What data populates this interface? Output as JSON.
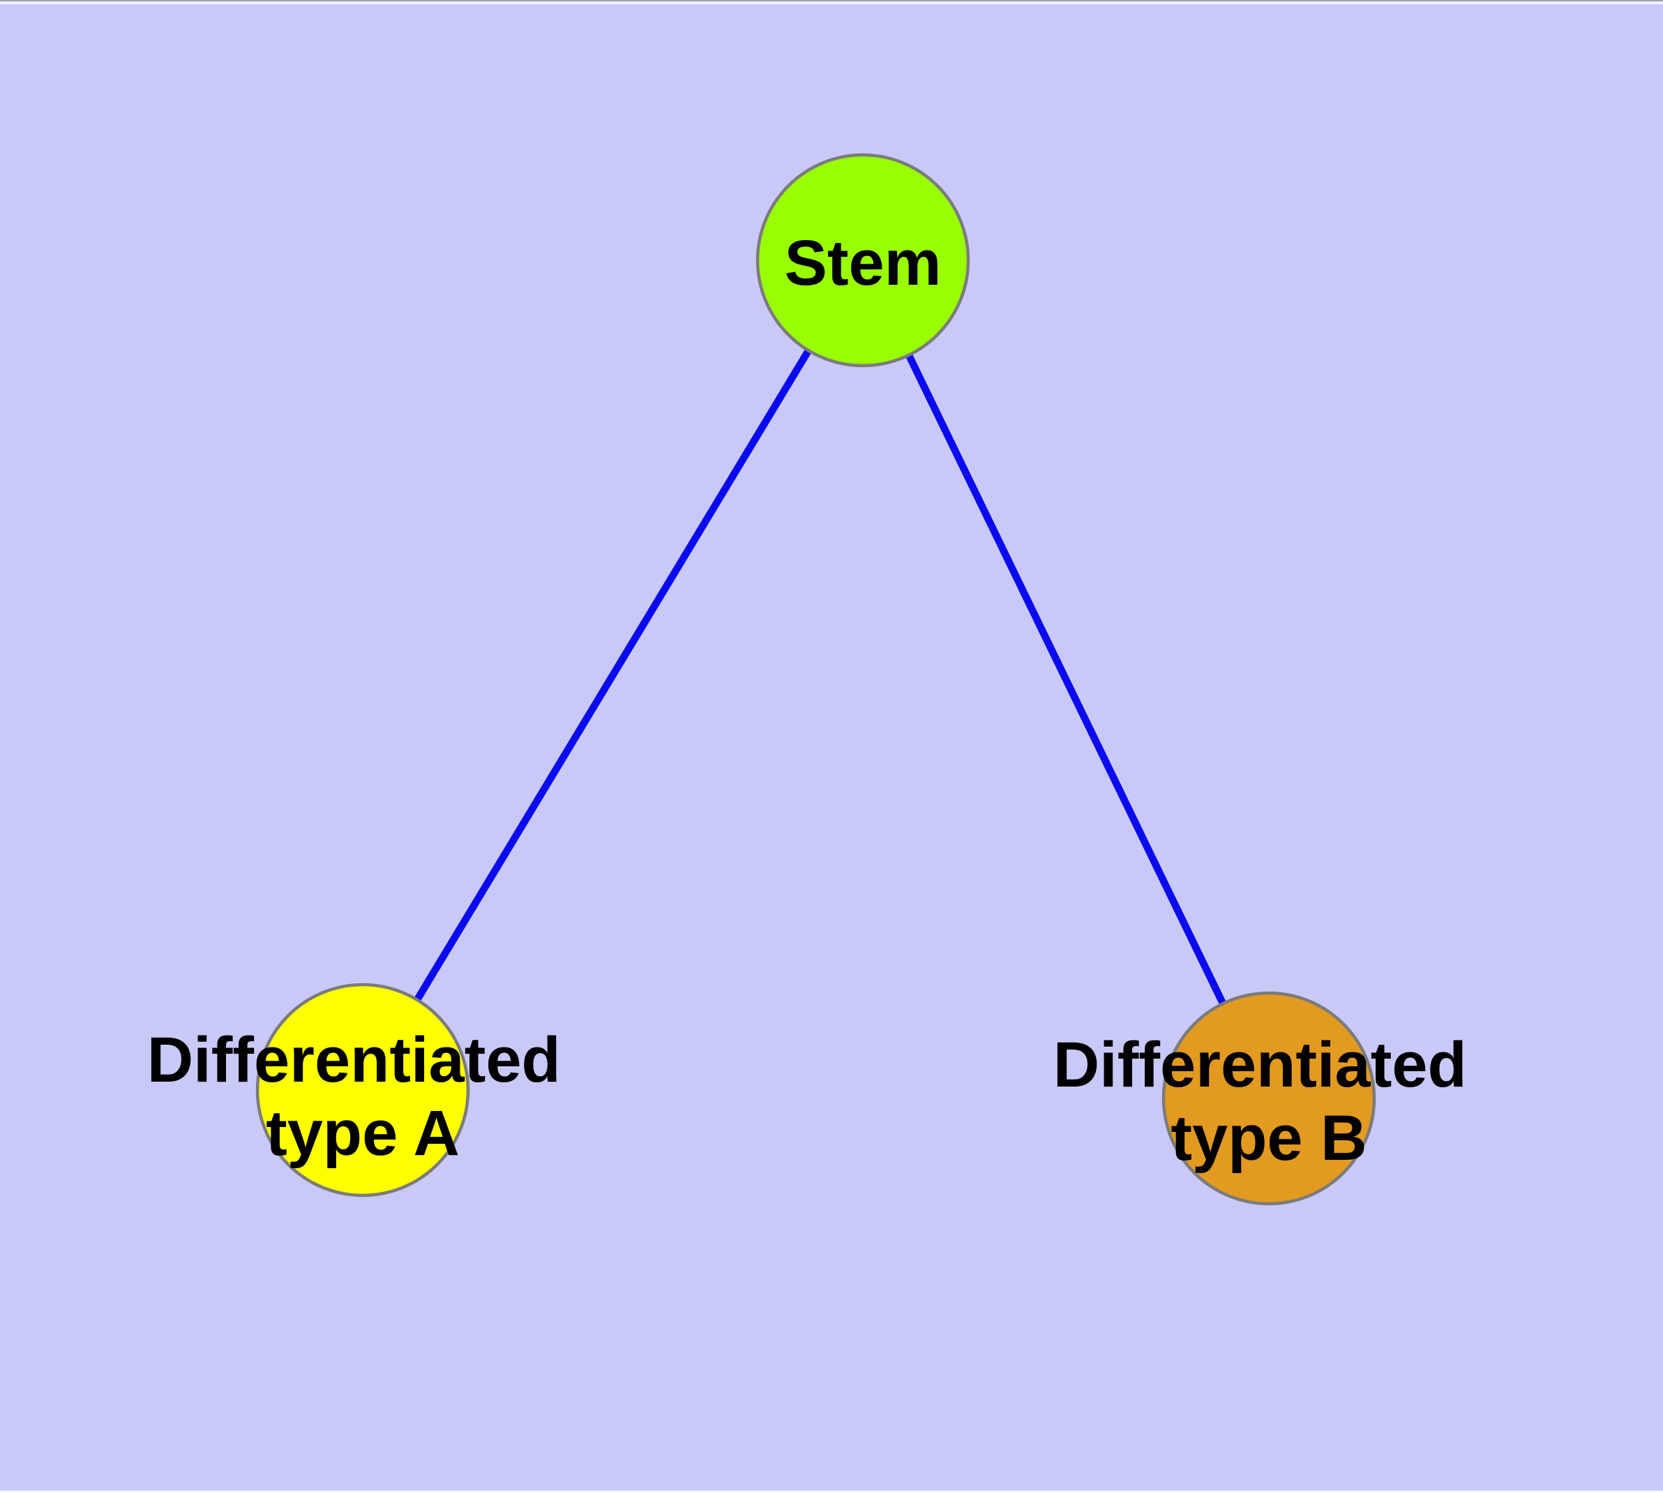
{
  "diagram": {
    "type": "graph",
    "background_color": "#C9C9F8",
    "edge_color": "#0A0AF0",
    "node_border_color": "#7B7B7B",
    "text_color": "#000000",
    "nodes": [
      {
        "id": "stem",
        "shape": "circle",
        "label": "Stem",
        "fill": "#99FE00"
      },
      {
        "id": "differentiated-type-a",
        "shape": "circle",
        "label": "Differentiated type A",
        "label_line1": "Differentiated",
        "label_line2": "type A",
        "fill": "#FFFF00"
      },
      {
        "id": "differentiated-type-b",
        "shape": "circle",
        "label": "Differentiated type B",
        "label_line1": "Differentiated",
        "label_line2": "type B",
        "fill": "#E39A20"
      }
    ],
    "edges": [
      {
        "from": "Stem",
        "to": "Differentiated type A"
      },
      {
        "from": "Stem",
        "to": "Differentiated type B"
      }
    ]
  }
}
